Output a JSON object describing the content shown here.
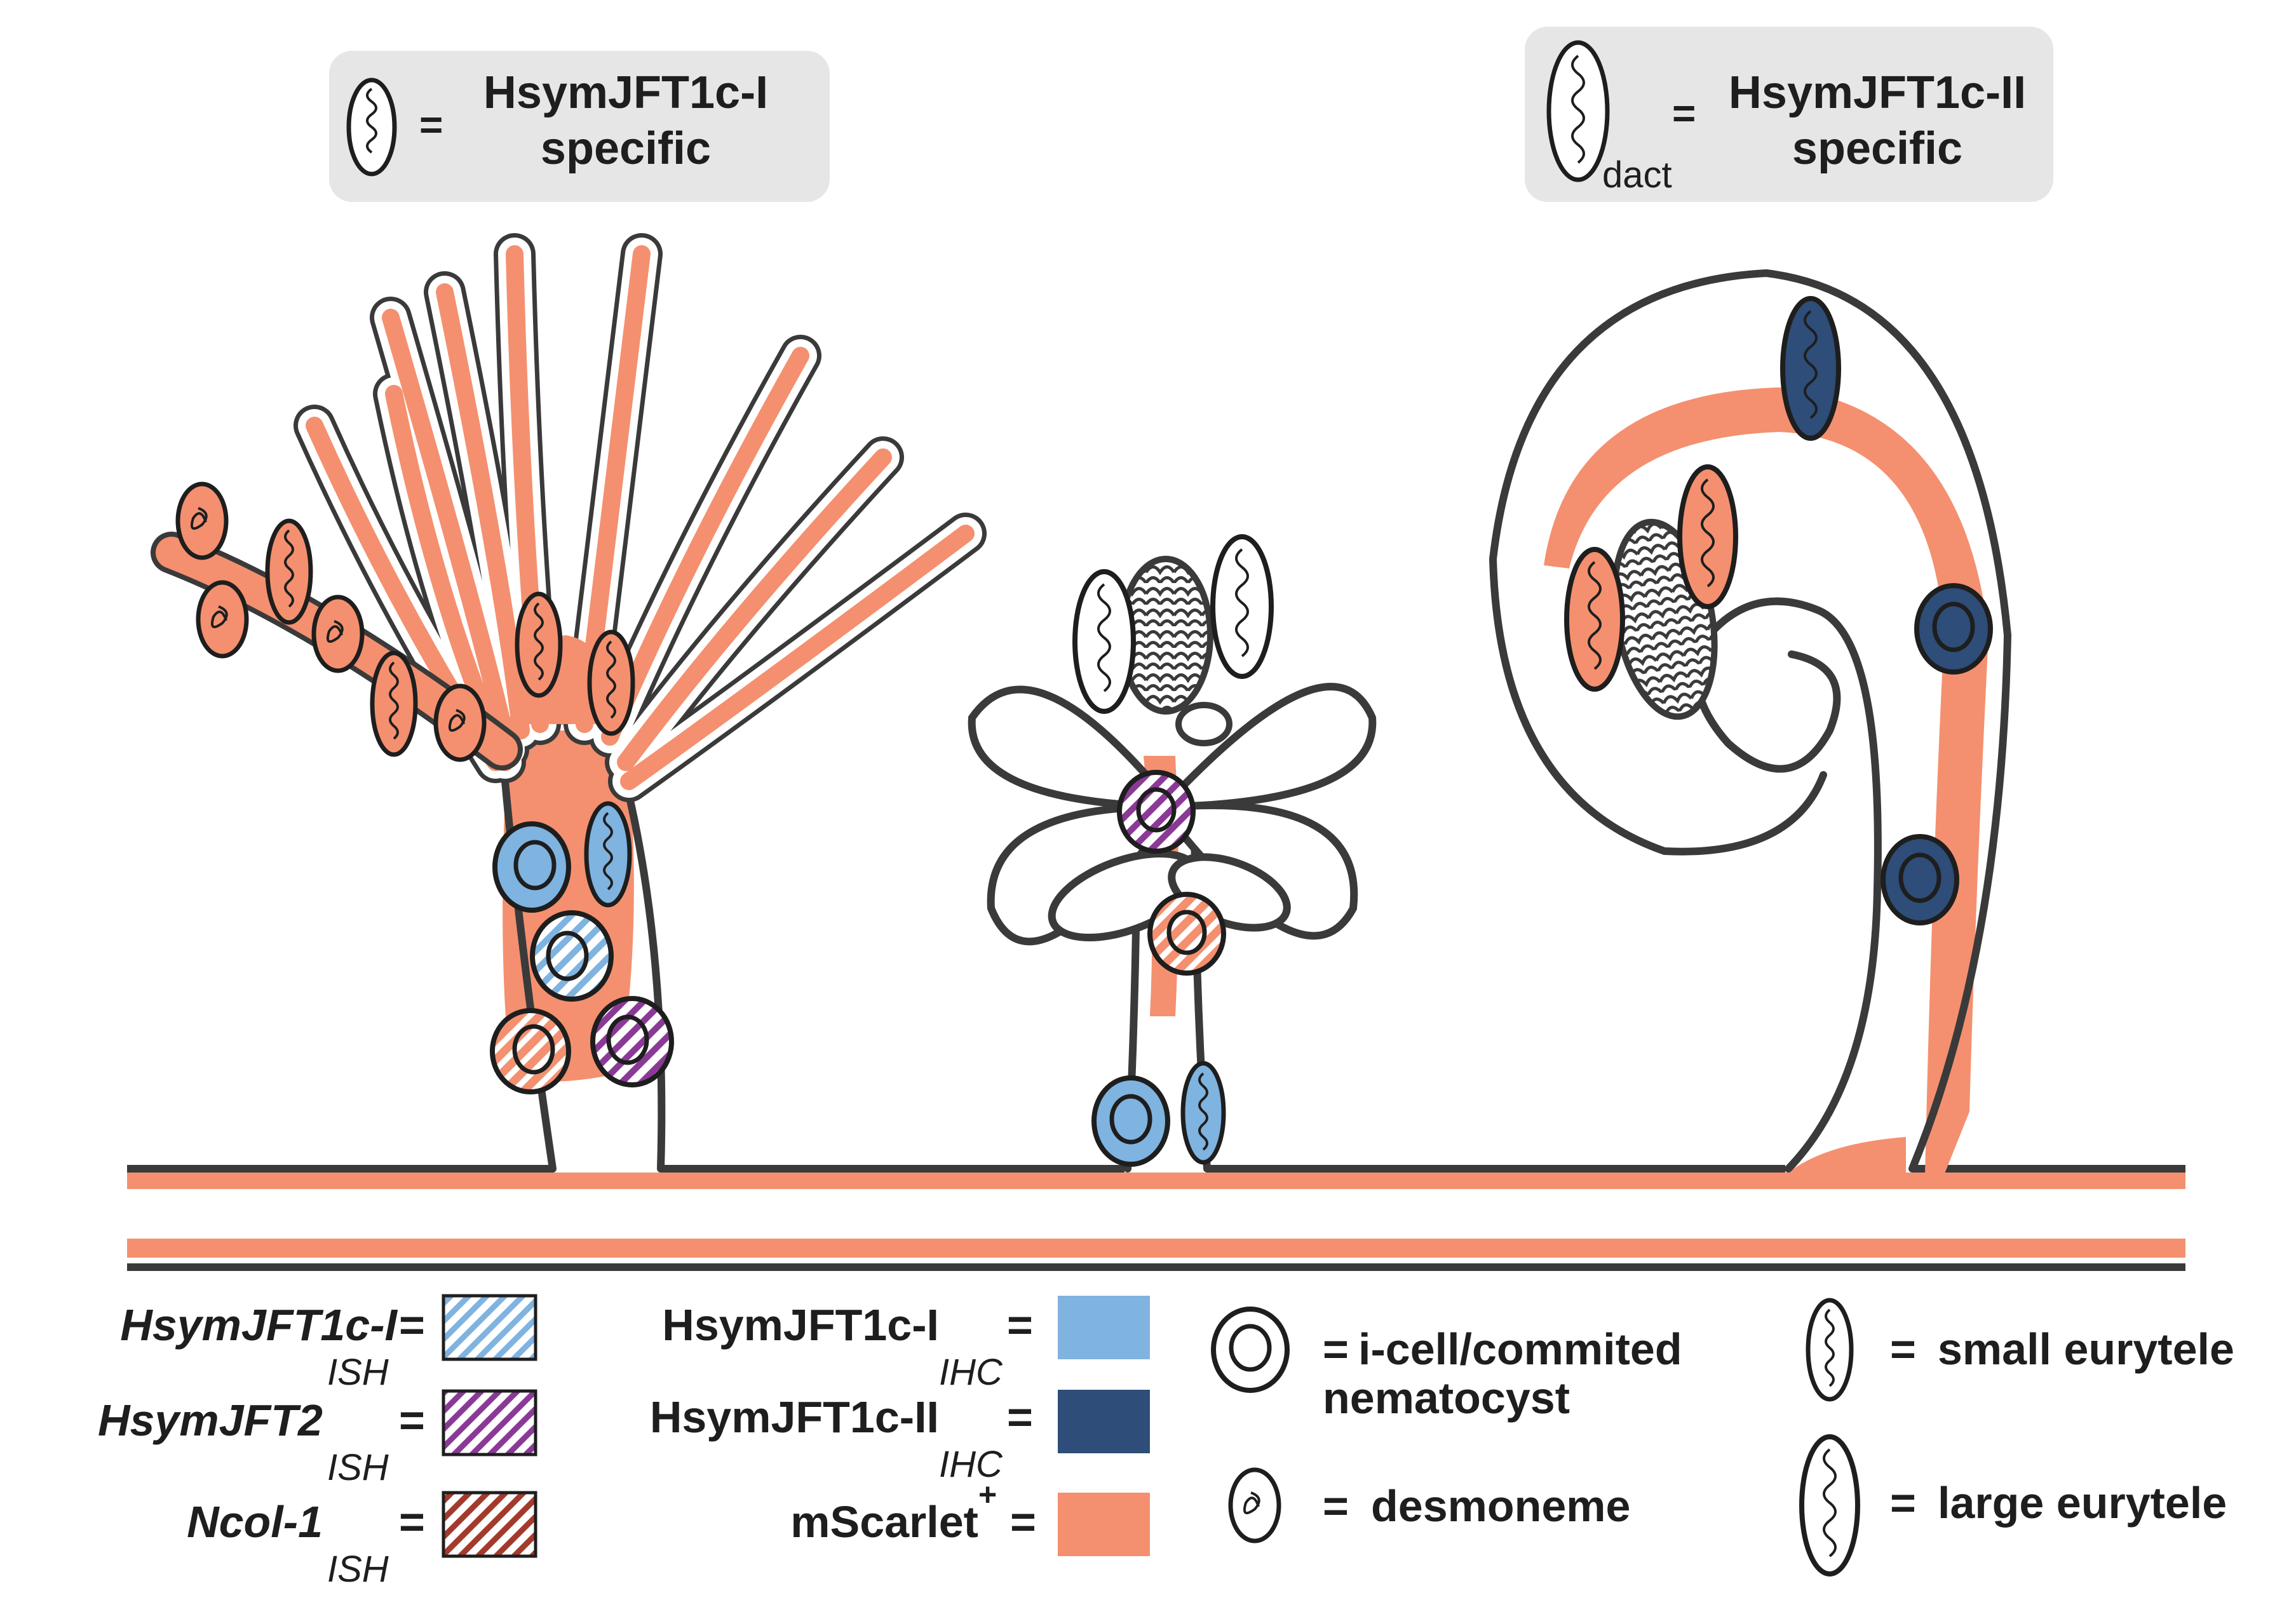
{
  "colors": {
    "outline": "#3a3a3a",
    "mscarlet": "#f4906f",
    "ihc_c1": "#7fb3e0",
    "ihc_c2": "#2e4d78",
    "ish_c1_stripe": "#7fb3e0",
    "ish_jft2_stripe": "#8a3a96",
    "ish_ncol_stripe": "#a33a2c",
    "header_box": "#e6e6e6"
  },
  "header": {
    "left": {
      "eq": "=",
      "line1": "HsymJFT1c-I",
      "line2": "specific"
    },
    "right": {
      "eq": "=",
      "line1": "HsymJFT1c-II",
      "line2": "specific",
      "subscript": "dact"
    }
  },
  "legend": {
    "ish": [
      {
        "name": "HsymJFT1c-I",
        "sub": "ISH",
        "eq": "=",
        "key": "c1"
      },
      {
        "name": "HsymJFT2",
        "sub": "ISH",
        "eq": "=",
        "key": "jft2"
      },
      {
        "name": "Ncol-1",
        "sub": "ISH",
        "eq": "=",
        "key": "ncol"
      }
    ],
    "ihc": [
      {
        "name": "HsymJFT1c-I",
        "sub": "IHC",
        "eq": "=",
        "key": "c1"
      },
      {
        "name": "HsymJFT1c-II",
        "sub": "IHC",
        "eq": "=",
        "key": "c2"
      }
    ],
    "mscarlet": {
      "name": "mScarlet",
      "sup": "+",
      "eq": "="
    },
    "cells": {
      "icell": {
        "eq": "=",
        "line1": "i-cell/commited",
        "line2": "nematocyst"
      },
      "desmoneme": {
        "eq": "=",
        "label": "desmoneme"
      },
      "small": {
        "eq": "=",
        "label": "small eurytele"
      },
      "large": {
        "eq": "=",
        "label": "large eurytele"
      }
    }
  }
}
